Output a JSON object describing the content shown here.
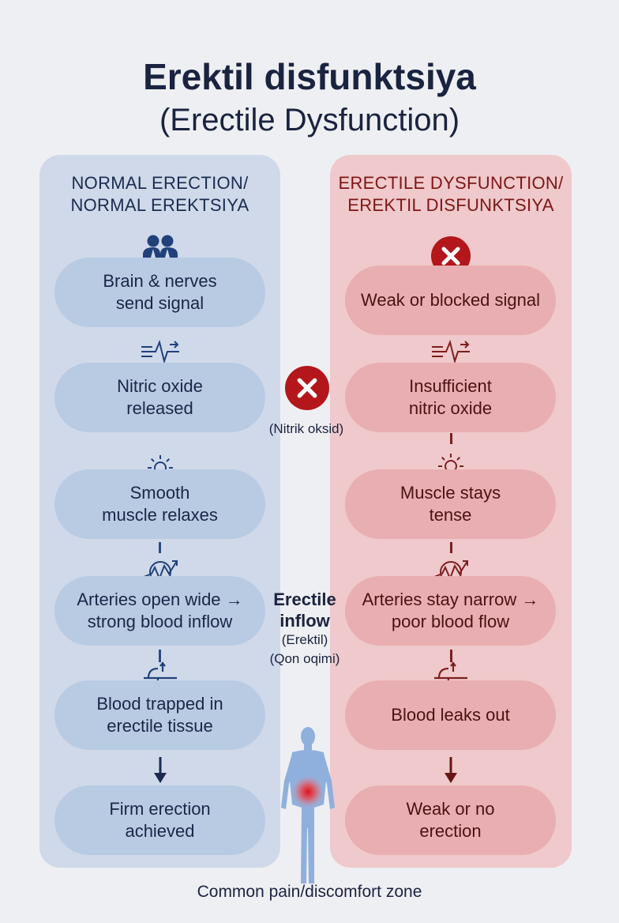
{
  "title": "Erektil disfunktsiya",
  "subtitle": "(Erectile Dysfunction)",
  "normal": {
    "heading": "NORMAL ERECTION/\nNORMAL EREKTSIYA",
    "steps": [
      "Brain & nerves\nsend signal",
      "Nitric oxide\nreleased",
      "Smooth\nmuscle relaxes",
      "Arteries open wide →\nstrong blood inflow",
      "Blood trapped in\nerectile tissue",
      "Firm erection\nachieved"
    ],
    "icons": [
      "people-icon",
      "pulse-icon",
      "sun-icon",
      "artery-icon",
      "valve-icon",
      "arrow-down-icon"
    ]
  },
  "dysfunction": {
    "heading": "ERECTILE DYSFUNCTION/\nEREKTIL DISFUNKTSIYA",
    "steps": [
      "Weak or blocked signal",
      "Insufficient\nnitric oxide",
      "Muscle stays\ntense",
      "Arteries stay narrow →\npoor blood flow",
      "Blood leaks out",
      "Weak or no\nerection"
    ],
    "icons": [
      "x-icon",
      "pulse-icon",
      "sun-icon",
      "artery-icon",
      "valve-icon",
      "arrow-down-icon"
    ]
  },
  "middle": {
    "nitric_label": "(Nitrik oksid)",
    "inflow_title": "Erectile\ninflow",
    "inflow_sub1": "(Erektil)",
    "inflow_sub2": "(Qon oqimi)"
  },
  "footer": "Common pain/discomfort zone",
  "colors": {
    "normal_bg": "#cfd9ea",
    "normal_step": "#b9cae3",
    "dys_bg": "#efc9cb",
    "dys_step": "#e9aeb1",
    "x_red": "#b3161b",
    "navy": "#1a2340"
  }
}
